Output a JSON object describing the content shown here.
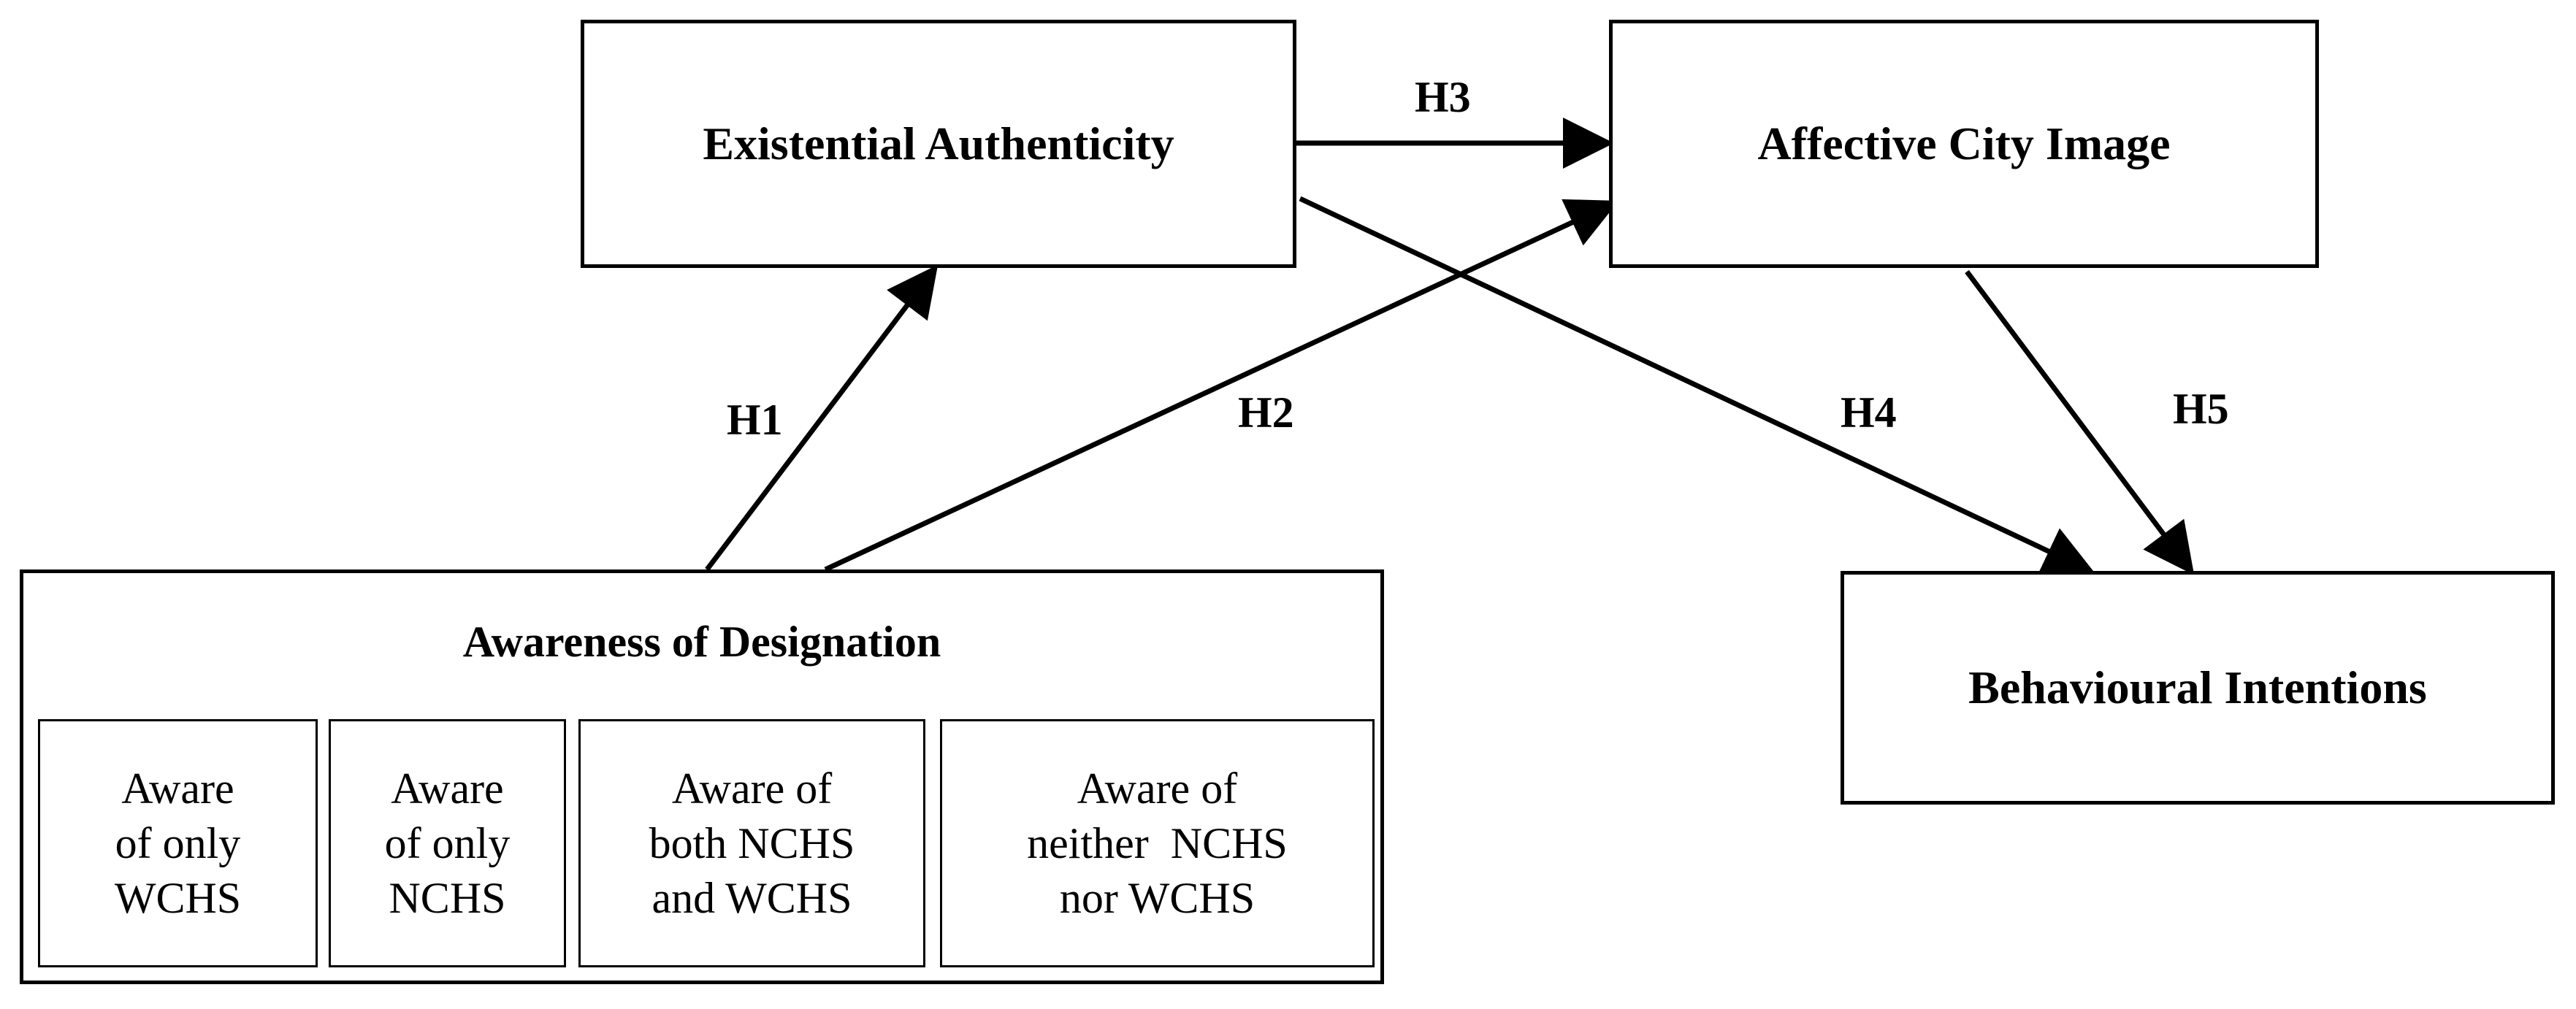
{
  "nodes": {
    "existential_authenticity": "Existential Authenticity",
    "affective_city_image": "Affective City Image",
    "behavioural_intentions": "Behavioural Intentions",
    "awareness_of_designation": {
      "title": "Awareness of Designation",
      "categories": [
        [
          "Aware",
          "of only",
          "WCHS"
        ],
        [
          "Aware",
          "of only",
          "NCHS"
        ],
        [
          "Aware of",
          "both NCHS",
          "and WCHS"
        ],
        [
          "Aware of",
          "neither  NCHS",
          "nor WCHS"
        ]
      ]
    }
  },
  "hypotheses": {
    "h1": "H1",
    "h2": "H2",
    "h3": "H3",
    "h4": "H4",
    "h5": "H5"
  }
}
